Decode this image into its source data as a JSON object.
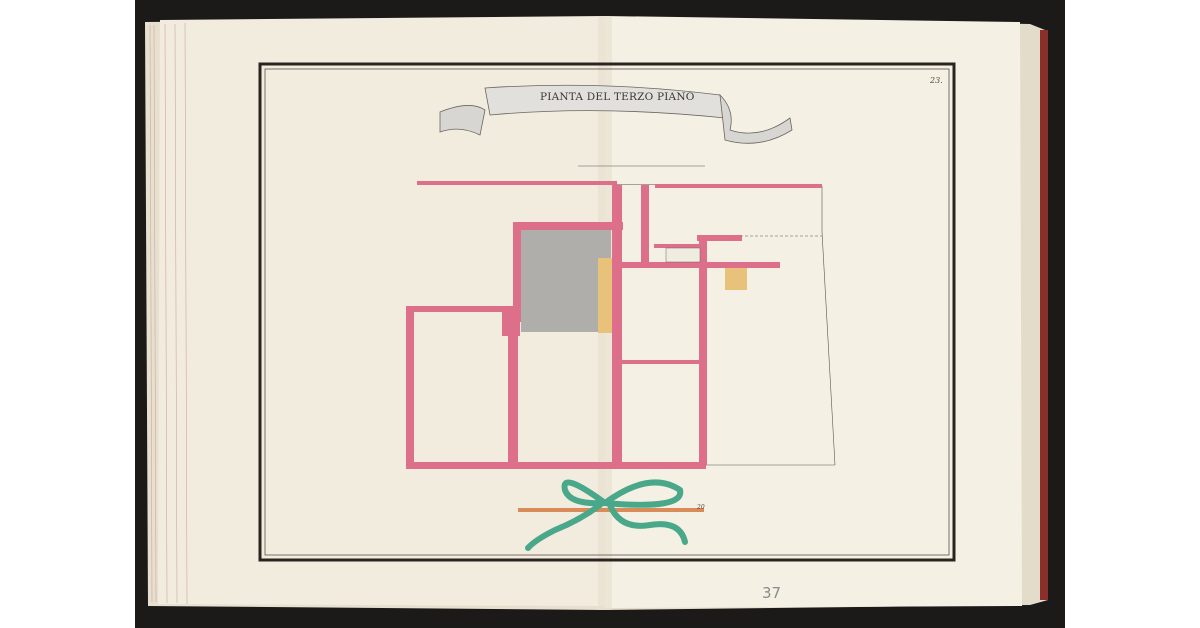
{
  "plate": {
    "title": "PIANTA DEL TERZO PIANO",
    "page_number": "23.",
    "scale_label": "20",
    "folio_number": "37"
  },
  "colors": {
    "wall": "#dd6f8a",
    "paper": "#f4efe3",
    "ribbon": "#4aa88a",
    "cover": "#1c1a18"
  }
}
